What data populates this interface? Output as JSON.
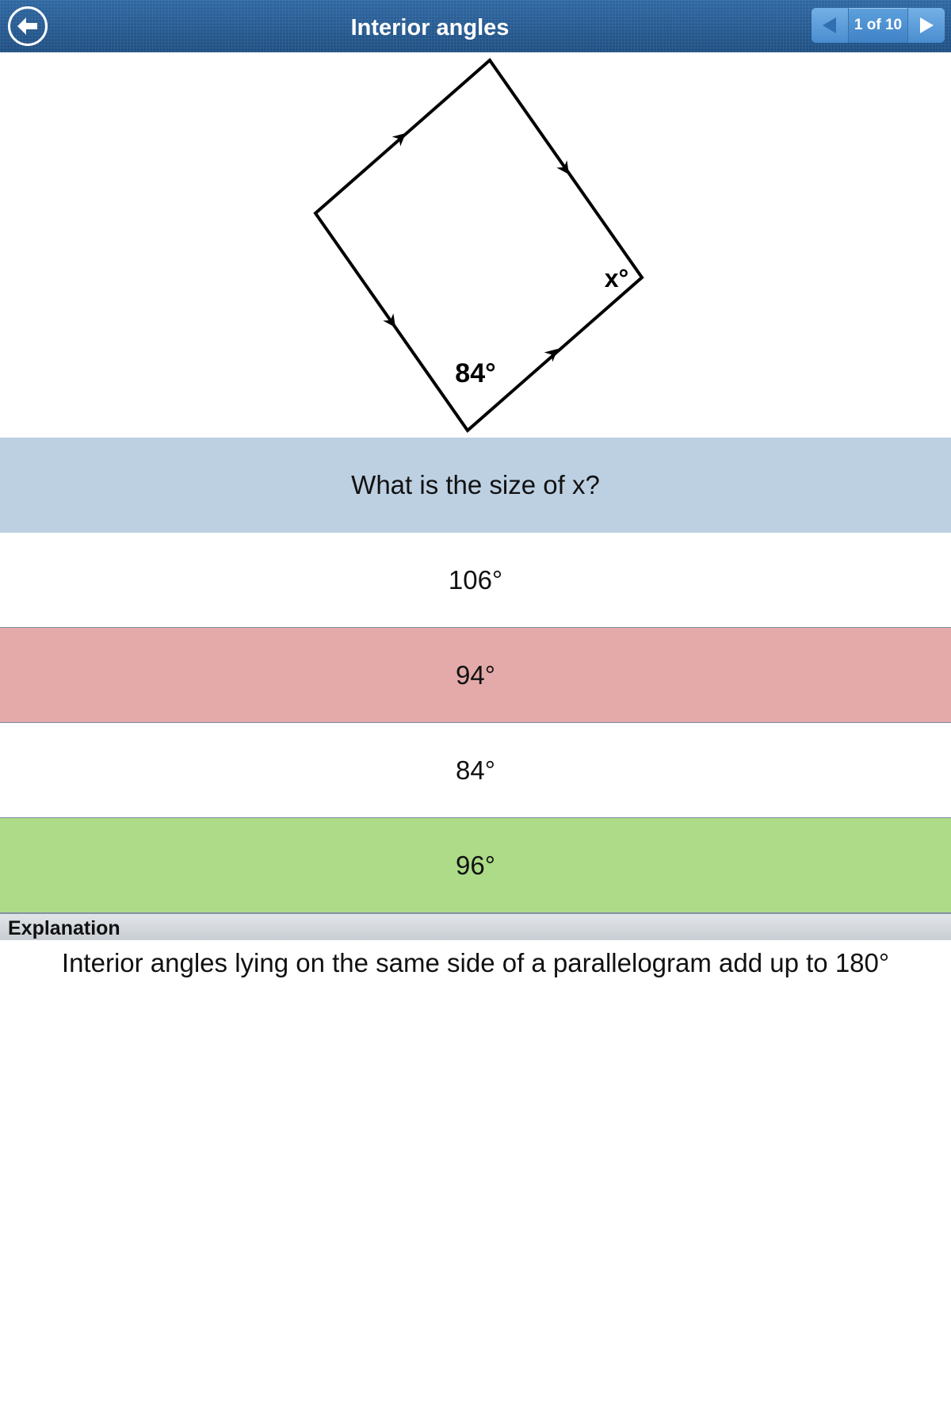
{
  "header": {
    "title": "Interior angles",
    "pager": {
      "current": 1,
      "total": 10,
      "label": "1 of 10"
    }
  },
  "figure": {
    "shape": "parallelogram",
    "given_angle_label": "84°",
    "unknown_angle_label": "x°"
  },
  "question": {
    "text": "What is the size of x?"
  },
  "options": [
    {
      "label": "106°",
      "state": "unselected"
    },
    {
      "label": "94°",
      "state": "incorrect"
    },
    {
      "label": "84°",
      "state": "unselected"
    },
    {
      "label": "96°",
      "state": "correct"
    }
  ],
  "explanation": {
    "heading": "Explanation",
    "text": "Interior angles lying on the same side of a parallelogram add up to 180°"
  },
  "colors": {
    "header": "#2a5f95",
    "question_bg": "#bdd0e2",
    "incorrect_bg": "#e4aaaa",
    "correct_bg": "#addb87"
  },
  "icons": {
    "back": "back-arrow-icon",
    "prev": "triangle-left-icon",
    "next": "triangle-right-icon"
  }
}
